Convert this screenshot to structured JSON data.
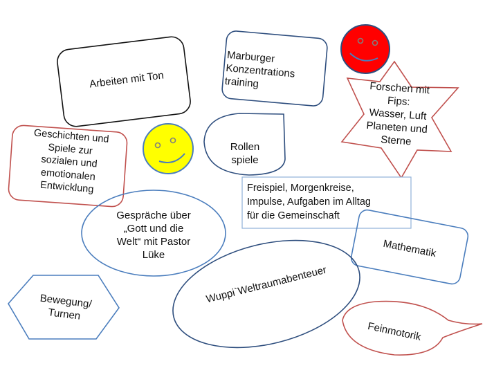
{
  "colors": {
    "black": "#111111",
    "blue": "#4a7dbd",
    "dark_blue": "#2e4e7e",
    "red": "#c0504d",
    "smiley_red": "#ff0000",
    "smiley_yellow": "#ffff00"
  },
  "icons": [
    "smiley-yellow-icon",
    "smiley-red-icon",
    "six-point-star"
  ],
  "nodes": {
    "ton": "Arbeiten mit Ton",
    "marburger": "Marburger\nKonzentrations\ntraining",
    "forschen": "Forschen mit\nFips:\nWasser, Luft\nPlaneten und\nSterne",
    "geschichten": "Geschichten und\nSpiele zur\nsozialen und\nemotionalen\nEntwicklung",
    "rollenspiele": "Rollen\nspiele",
    "freispiel": "Freispiel, Morgenkreise,\nImpulse, Aufgaben im Alltag\nfür die Gemeinschaft",
    "gespraeche": "Gespräche über\n„Gott und die\nWelt“ mit Pastor\nLüke",
    "mathematik": "Mathematik",
    "wuppi": "Wuppi`Weltraumabenteuer",
    "bewegung": "Bewegung/\nTurnen",
    "feinmotorik": "Feinmotorik"
  }
}
